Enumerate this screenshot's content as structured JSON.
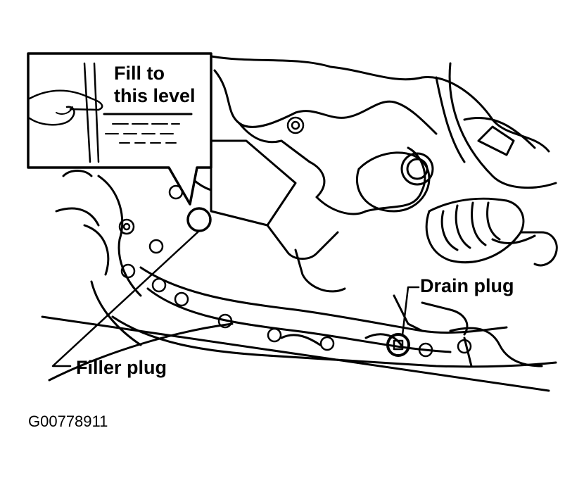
{
  "callouts": {
    "fill_level_line1": "Fill to",
    "fill_level_line2": "this level",
    "drain_plug": "Drain plug",
    "filler_plug": "Filler plug"
  },
  "figure_id": "G00778911"
}
